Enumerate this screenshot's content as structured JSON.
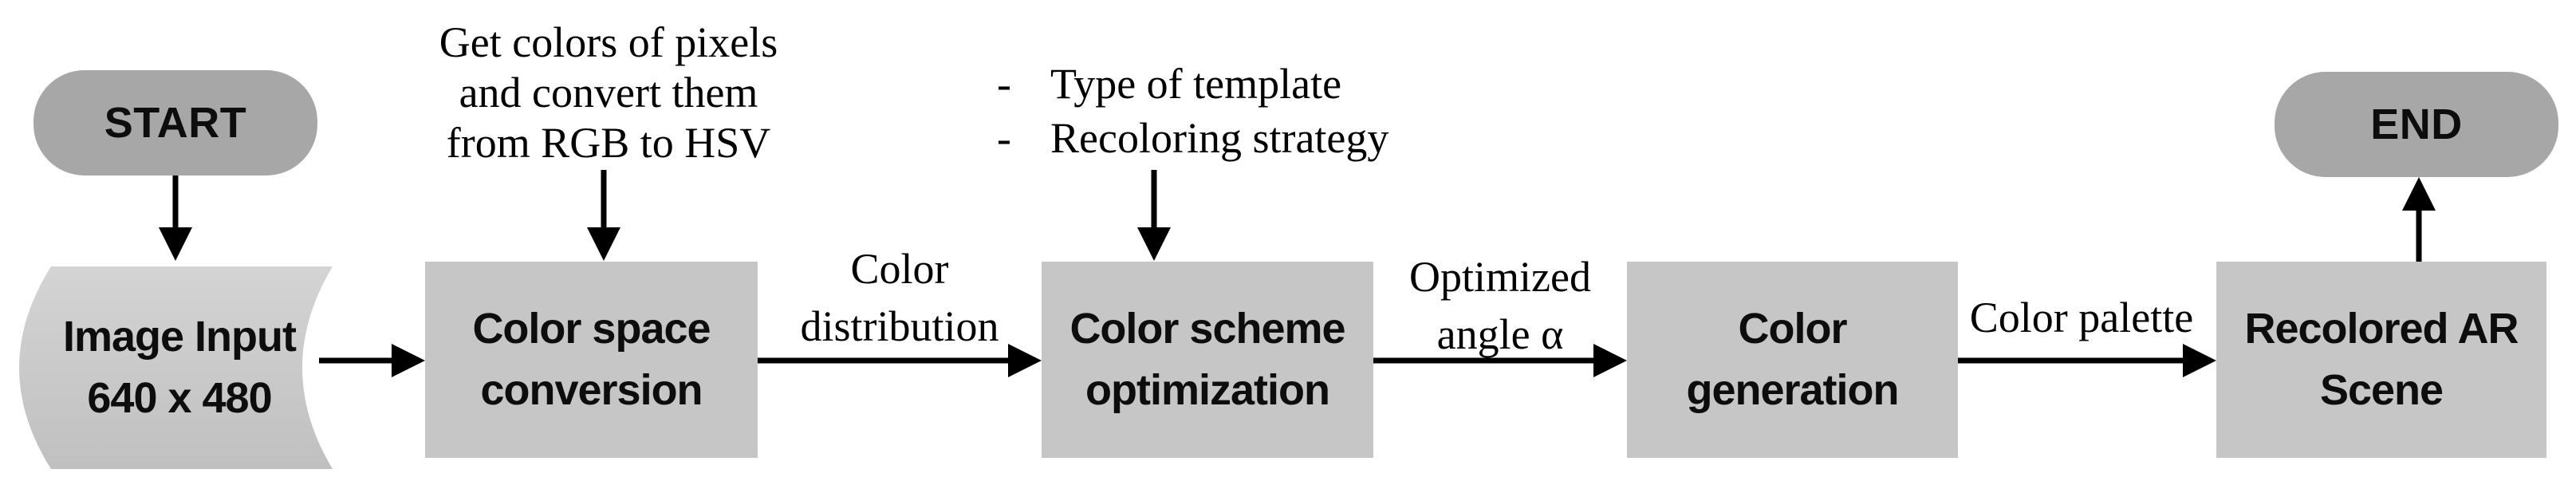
{
  "diagram": {
    "title_implicit": "Recoloring pipeline flowchart",
    "colors": {
      "terminal_fill": "#a7a7a7",
      "process_fill": "#c6c6c6",
      "input_fill_top": "#d4d4d4",
      "input_fill_bottom": "#c0c0c0",
      "arrow": "#000000",
      "text": "#0d0d0d"
    },
    "nodes": {
      "start": {
        "label": "START",
        "type": "terminal"
      },
      "image_input": {
        "line1": "Image Input",
        "line2": "640 x 480",
        "type": "stored-data"
      },
      "color_space_conversion": {
        "line1": "Color space",
        "line2": "conversion",
        "type": "process"
      },
      "color_scheme_optimization": {
        "line1": "Color scheme",
        "line2": "optimization",
        "type": "process"
      },
      "color_generation": {
        "line1": "Color",
        "line2": "generation",
        "type": "process"
      },
      "recolored_ar_scene": {
        "line1": "Recolored AR",
        "line2": "Scene",
        "type": "process"
      },
      "end": {
        "label": "END",
        "type": "terminal"
      }
    },
    "annotations": {
      "rgb_to_hsv": {
        "line1": "Get colors of pixels",
        "line2": "and convert them",
        "line3": "from RGB to HSV"
      },
      "optimization_inputs": {
        "bullet_char": "-",
        "bullet1": "Type of template",
        "bullet2": "Recoloring strategy"
      }
    },
    "edge_labels": {
      "color_distribution": {
        "line1": "Color",
        "line2": "distribution"
      },
      "optimized_angle": {
        "line1": "Optimized",
        "line2": "angle α"
      },
      "color_palette": {
        "label": "Color palette"
      }
    }
  }
}
